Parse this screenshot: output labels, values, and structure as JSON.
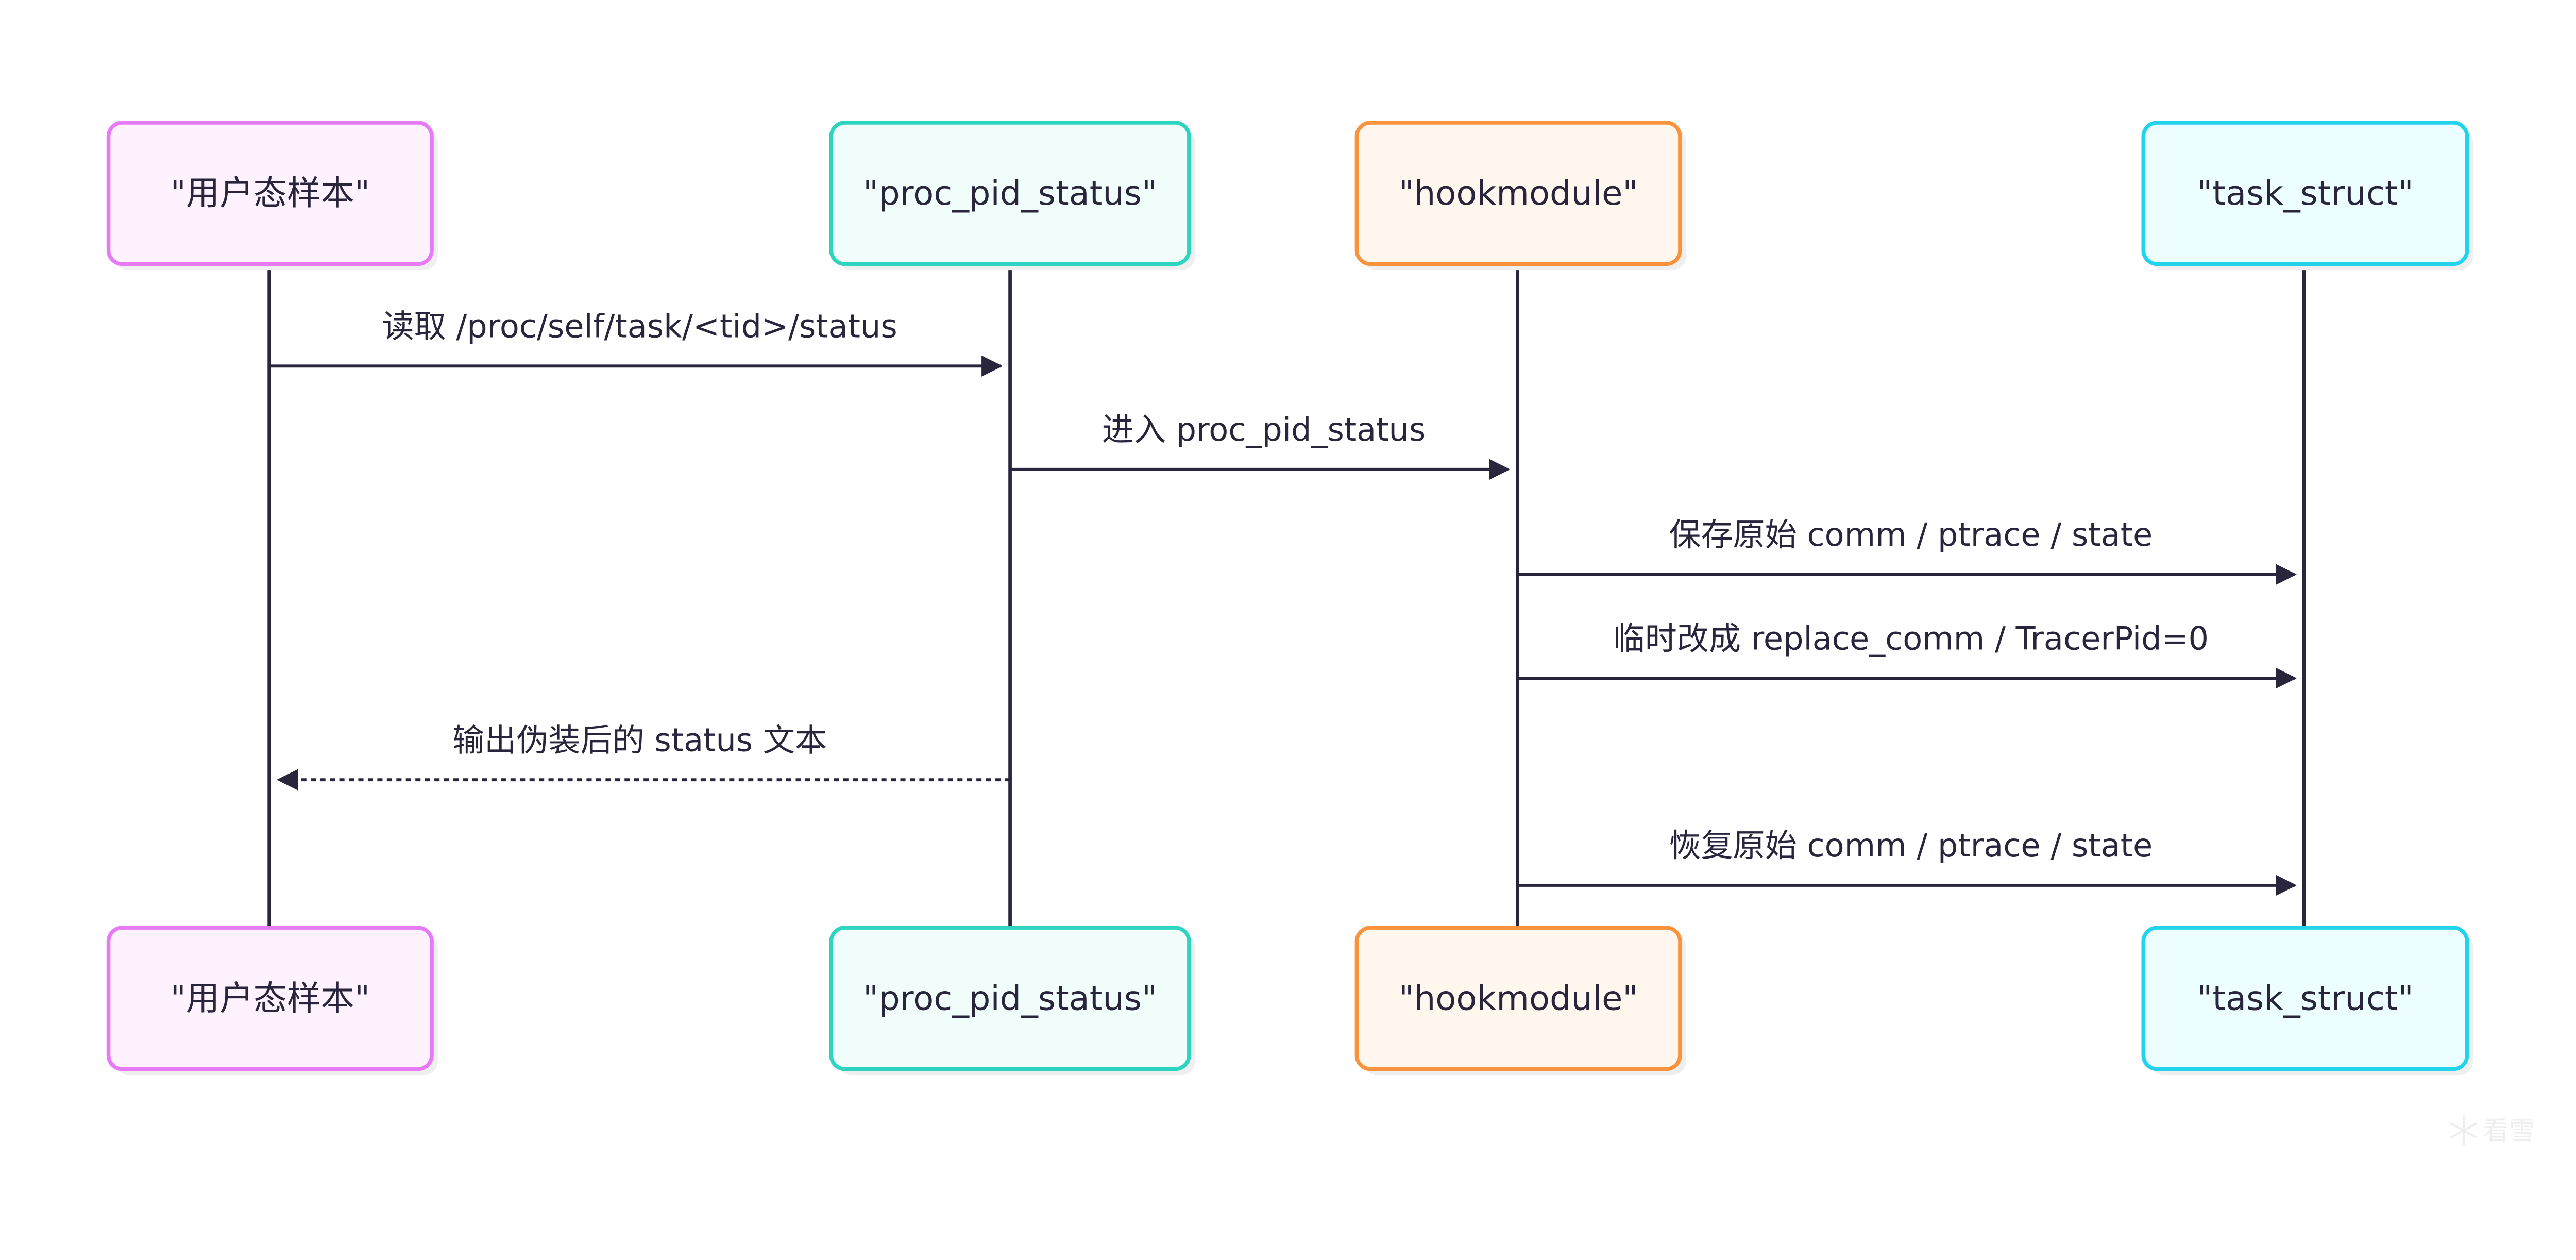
{
  "participants": [
    {
      "label": "\"用户态样本\"",
      "border": "#E879F9",
      "fill": "#FDF2FD"
    },
    {
      "label": "\"proc_pid_status\"",
      "border": "#2DD4BF",
      "fill": "#F0FDFA"
    },
    {
      "label": "\"hookmodule\"",
      "border": "#FB923C",
      "fill": "#FFF7ED"
    },
    {
      "label": "\"task_struct\"",
      "border": "#22D3EE",
      "fill": "#ECFEFF"
    }
  ],
  "messages": [
    {
      "from": 0,
      "to": 1,
      "label": "读取 /proc/self/task/<tid>/status",
      "style": "solid"
    },
    {
      "from": 1,
      "to": 2,
      "label": "进入 proc_pid_status",
      "style": "solid"
    },
    {
      "from": 2,
      "to": 3,
      "label": "保存原始 comm / ptrace / state",
      "style": "solid"
    },
    {
      "from": 2,
      "to": 3,
      "label": "临时改成 replace_comm / TracerPid=0",
      "style": "solid"
    },
    {
      "from": 1,
      "to": 0,
      "label": "输出伪装后的 status 文本",
      "style": "dashed"
    },
    {
      "from": 2,
      "to": 3,
      "label": "恢复原始 comm / ptrace / state",
      "style": "solid"
    }
  ],
  "line_color": "#28253D",
  "watermark": "看雪"
}
